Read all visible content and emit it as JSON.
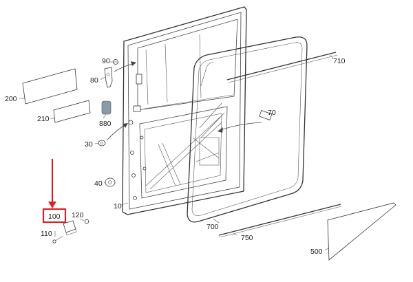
{
  "diagram": {
    "callouts": {
      "c200": "200",
      "c210": "210",
      "c90": "90",
      "c80": "80",
      "c880": "880",
      "c30": "30",
      "c40": "40",
      "c10": "10",
      "c100": "100",
      "c120": "120",
      "c110": "110",
      "c70": "70",
      "c710": "710",
      "c700": "700",
      "c750": "750",
      "c500": "500"
    },
    "highlight": {
      "callout": "100",
      "box_color": "#d9232a",
      "arrow_color": "#d9232a"
    }
  }
}
